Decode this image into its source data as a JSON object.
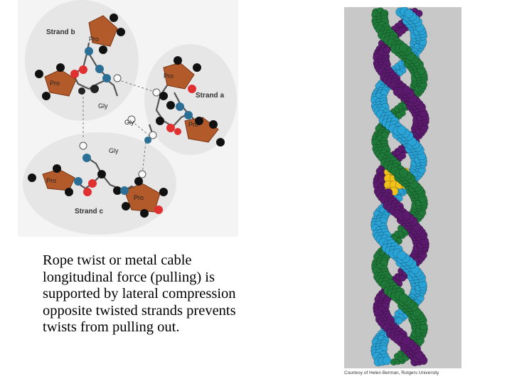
{
  "diagram": {
    "strand_labels": [
      "Strand b",
      "Strand a",
      "Strand c"
    ],
    "residues": {
      "pro": "Pro",
      "gly": "Gly"
    }
  },
  "caption": {
    "lines": [
      "Rope twist or metal cable",
      "longitudinal force (pulling) is",
      "supported by lateral compression",
      "opposite twisted strands prevents",
      "twists from pulling out."
    ]
  },
  "credit": "Courtesy of Helen Berman, Rutgers University",
  "colors": {
    "strand_bubble": "#ececec",
    "proline_ring": "#b35a2b",
    "helix_cyan": "#29a3d6",
    "helix_purple": "#5c1a6e",
    "helix_green": "#1f7a3a",
    "helix_yellow": "#f2c21a",
    "panel_bg": "#c8c8c8"
  }
}
